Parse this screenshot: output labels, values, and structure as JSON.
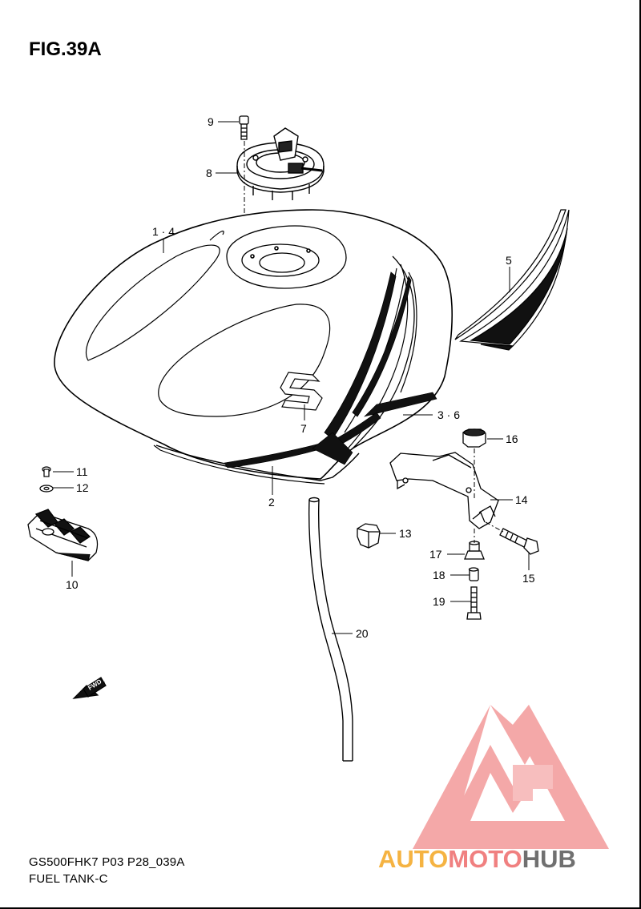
{
  "figure": {
    "title": "FIG.39A",
    "code": "GS500FHK7 P03 P28_039A",
    "name": "FUEL TANK-C"
  },
  "callouts": {
    "c1_4": "1 · 4",
    "c2": "2",
    "c3_6": "3 · 6",
    "c5": "5",
    "c7": "7",
    "c8": "8",
    "c9": "9",
    "c10": "10",
    "c11": "11",
    "c12": "12",
    "c13": "13",
    "c14": "14",
    "c15": "15",
    "c16": "16",
    "c17": "17",
    "c18": "18",
    "c19": "19",
    "c20": "20"
  },
  "fwd_arrow": {
    "label": "FWD"
  },
  "watermark": {
    "part1": "AUTO",
    "part2": "MOTO",
    "part3": "HUB",
    "colors": {
      "auto": "#f5b342",
      "moto": "#f08080",
      "hub": "#707070",
      "logo": "#f39a9a"
    }
  }
}
